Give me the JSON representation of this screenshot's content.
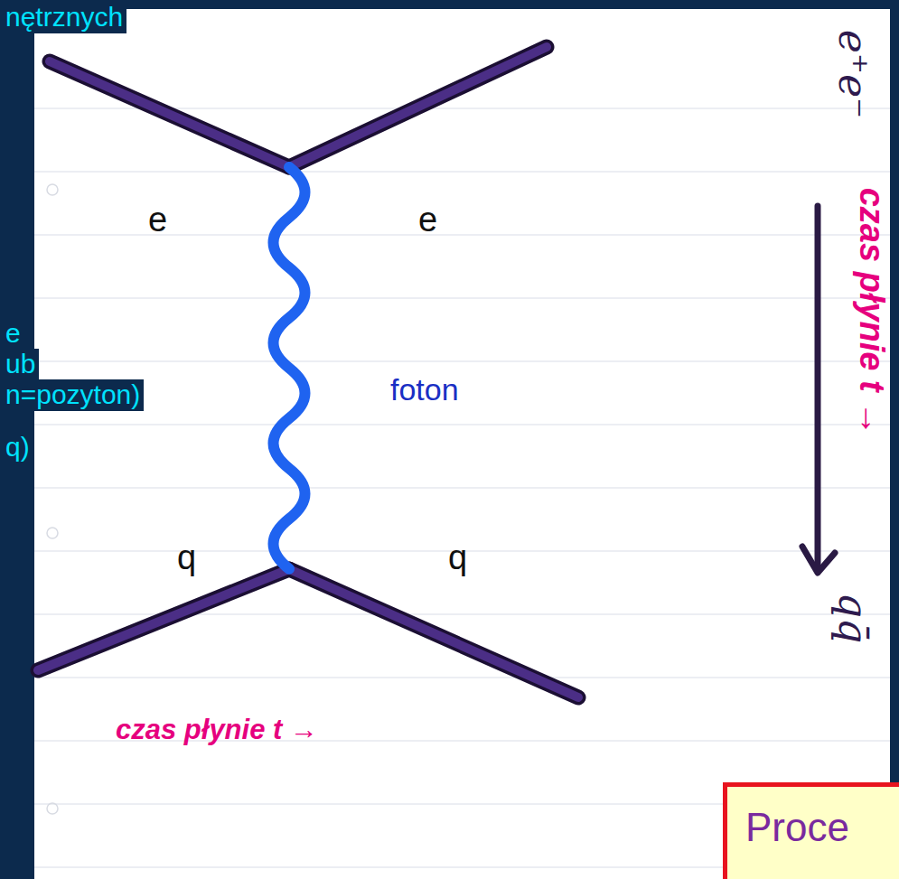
{
  "diagram": {
    "nodes": [
      {
        "text": [
          "Proce"
        ]
      }
    ],
    "labels": [
      "nętrznych",
      "e",
      "ub",
      "n=pozyton)",
      "q)",
      "e",
      "e",
      "foton",
      "q",
      "q",
      "e⁺e⁻",
      "czas płynie t →",
      "qq̄",
      "czas płynie t →"
    ]
  }
}
